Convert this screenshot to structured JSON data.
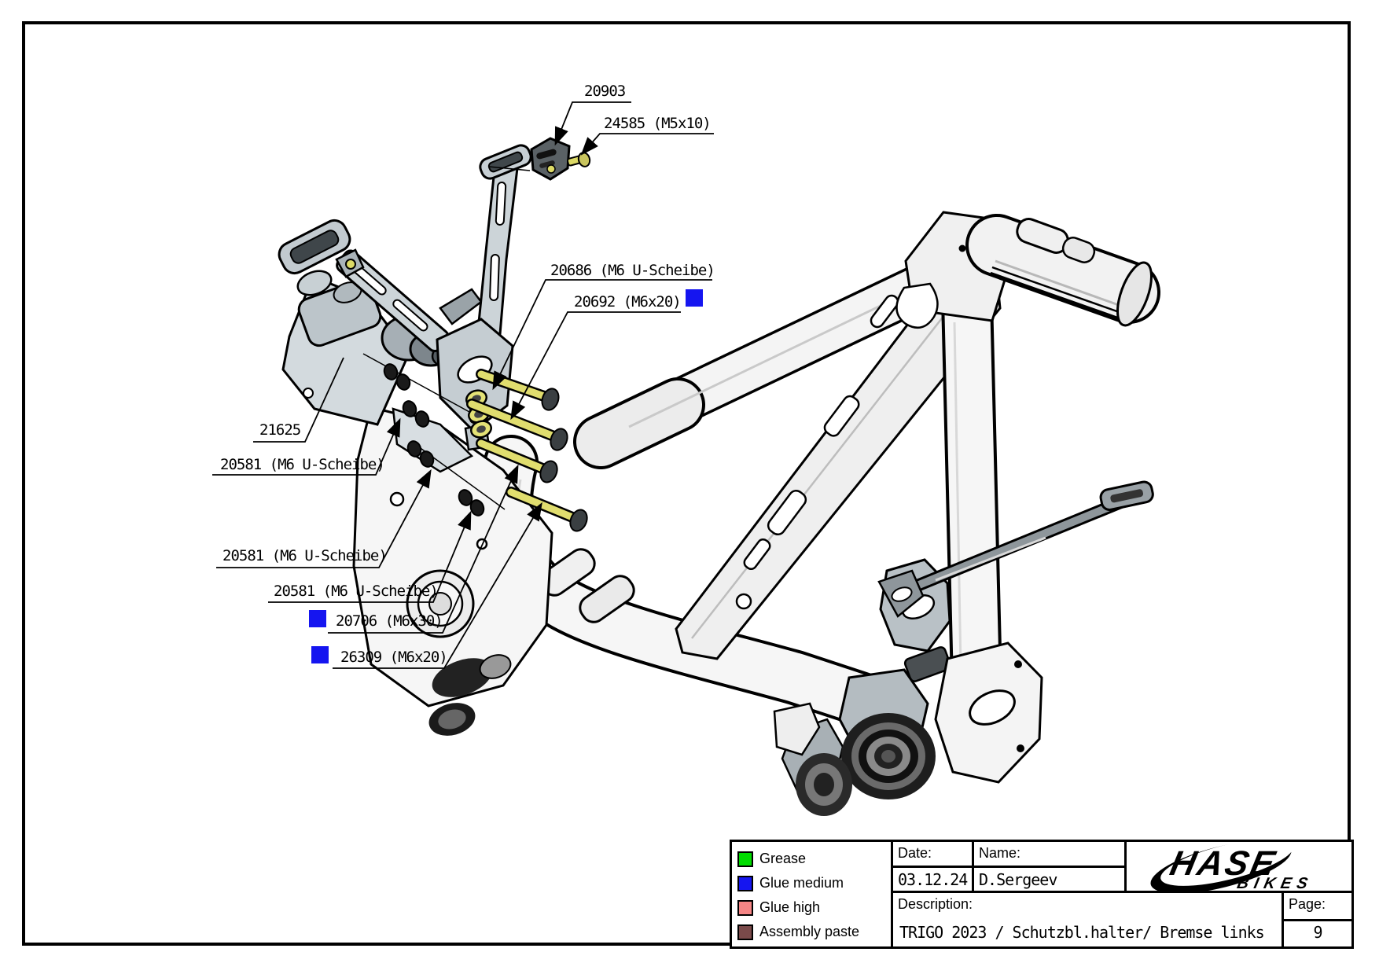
{
  "drawing_labels": {
    "p20903": "20903",
    "p24585": "24585 (M5x10)",
    "p20686": "20686 (M6 U-Scheibe)",
    "p20692": "20692 (M6x20)",
    "p21625": "21625",
    "p20581_1": "20581 (M6 U-Scheibe)",
    "p20581_2": "20581 (M6 U-Scheibe)",
    "p20581_3": "20581 (M6 U-Scheibe)",
    "p20706": "20706 (M6x30)",
    "p26309": "26309 (M6x20)"
  },
  "legend": {
    "items": [
      {
        "label": "Grease",
        "color": "#00dc00"
      },
      {
        "label": "Glue medium",
        "color": "#1515f0"
      },
      {
        "label": "Glue high",
        "color": "#f58585"
      },
      {
        "label": "Assembly paste",
        "color": "#7a4a4a"
      }
    ]
  },
  "title_block": {
    "date_label": "Date:",
    "date_value": "03.12.24",
    "name_label": "Name:",
    "name_value": "D.Sergeev",
    "description_label": "Description:",
    "description_value": "TRIGO 2023 / Schutzbl.halter/ Bremse links",
    "page_label": "Page:",
    "page_value": "9",
    "brand_name": "HASE",
    "brand_sub": "BIKES"
  },
  "colors": {
    "glue_medium": "#1515f0"
  }
}
